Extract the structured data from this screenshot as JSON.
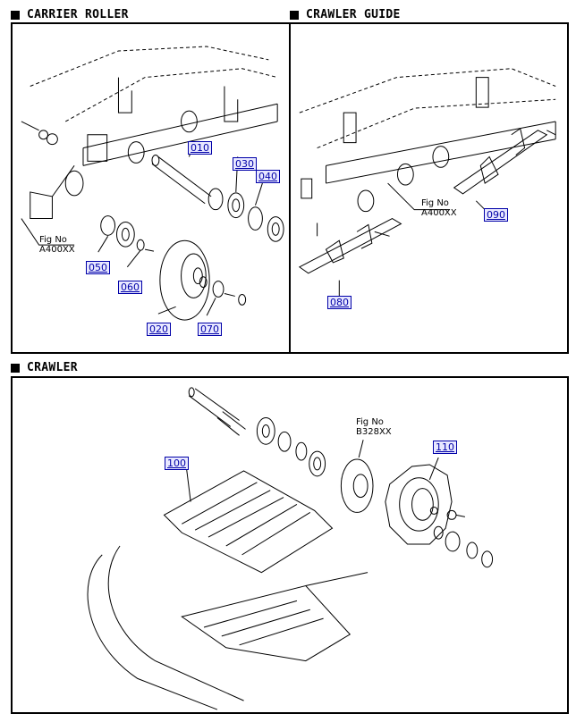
{
  "sections": {
    "carrier_roller": {
      "title": "CARRIER ROLLER",
      "fig_ref": {
        "line1": "Fig No",
        "line2": "A400XX"
      },
      "callouts": [
        "010",
        "030",
        "040",
        "050",
        "060",
        "020",
        "070"
      ]
    },
    "crawler_guide": {
      "title": "CRAWLER GUIDE",
      "fig_ref": {
        "line1": "Fig No",
        "line2": "A400XX"
      },
      "callouts": [
        "090",
        "080"
      ]
    },
    "crawler": {
      "title": "CRAWLER",
      "fig_ref": {
        "line1": "Fig No",
        "line2": "B328XX"
      },
      "callouts": [
        "100",
        "110"
      ]
    }
  },
  "colors": {
    "callout_text": "#0000a8",
    "callout_bg": "#e8e8ff",
    "line": "#000000"
  }
}
